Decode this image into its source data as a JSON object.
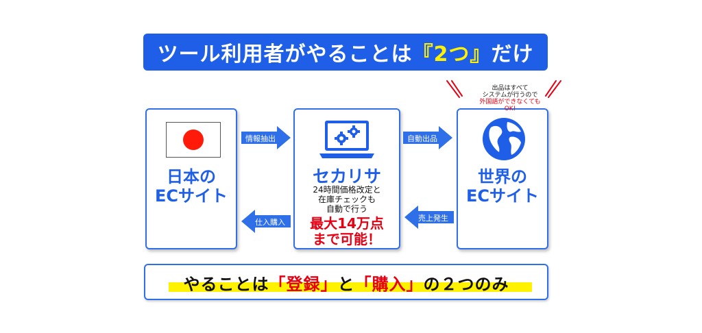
{
  "title": {
    "before": "ツール利用者がやることは",
    "highlight": "『2つ』",
    "after": "だけ"
  },
  "left_box": {
    "title_line1": "日本の",
    "title_line2": "ECサイト"
  },
  "center_box": {
    "title": "セカリサ",
    "desc_line1": "24時間価格改定と",
    "desc_line2": "在庫チェックも",
    "desc_line3": "自動で行う",
    "red_line1": "最大14万点",
    "red_line2": "まで可能！"
  },
  "right_box": {
    "title_line1": "世界の",
    "title_line2": "ECサイト"
  },
  "arrows": {
    "info_extract": "情報抽出",
    "auto_listing": "自動出品",
    "purchase": "仕入購入",
    "sale": "売上発生"
  },
  "note": {
    "line1": "出品はすべて",
    "line2": "システムが行うので",
    "line3": "外国語ができなくてもOK!"
  },
  "bottom": {
    "part1": "やることは",
    "part2": "「登録」",
    "part3": "と",
    "part4": "「購入」",
    "part5": "の２つのみ"
  },
  "colors": {
    "blue": "#1f5fe8",
    "yellow": "#fff200",
    "red": "#e60012"
  }
}
